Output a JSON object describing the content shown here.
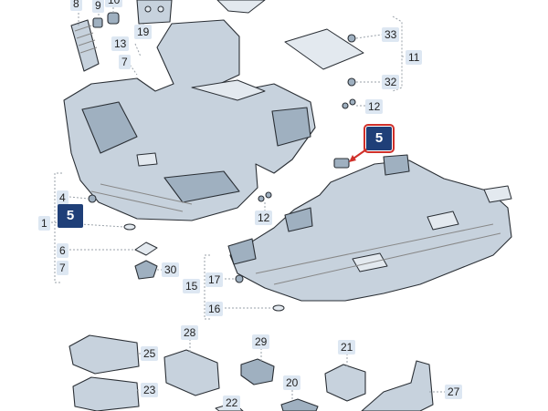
{
  "callouts": {
    "c8": "8",
    "c9": "9",
    "c10": "10",
    "c19": "19",
    "c13": "13",
    "c7a": "7",
    "c33": "33",
    "c11": "11",
    "c32": "32",
    "c12a": "12",
    "c5a": "5",
    "c4": "4",
    "c1": "1",
    "c5b": "5",
    "c12b": "12",
    "c6": "6",
    "c7b": "7",
    "c30": "30",
    "c17": "17",
    "c15": "15",
    "c16": "16",
    "c28": "28",
    "c25": "25",
    "c29": "29",
    "c21": "21",
    "c23": "23",
    "c20": "20",
    "c22": "22",
    "c27": "27"
  },
  "colors": {
    "part_fill": "#c7d2dd",
    "callout_bg": "#dde7f2",
    "highlight_bg": "#1f3f78",
    "highlight_border": "#d0302a"
  }
}
